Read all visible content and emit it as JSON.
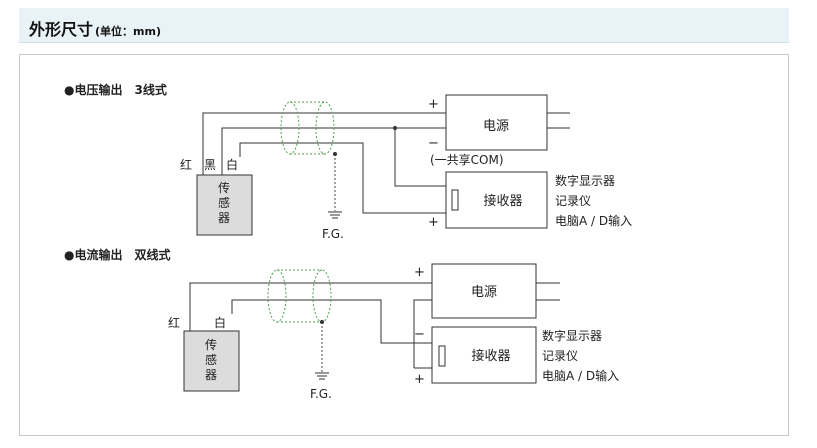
{
  "header": {
    "title": "外形尺寸",
    "unit": "(单位：mm)"
  },
  "diagram1": {
    "section_title": "●电压输出　3线式",
    "wire_red": "红",
    "wire_black": "黑",
    "wire_white": "白",
    "sensor": [
      "传",
      "感",
      "器"
    ],
    "fg": "F.G.",
    "power_label": "电源",
    "common_note": "(一共享COM)",
    "receiver_label": "接收器",
    "plus_top": "+",
    "minus": "−",
    "plus_bottom": "+",
    "devices": [
      "数字显示器",
      "记录仪",
      "电脑A / D输入"
    ]
  },
  "diagram2": {
    "section_title": "●电流输出　双线式",
    "wire_red": "红",
    "wire_white": "白",
    "sensor": [
      "传",
      "感",
      "器"
    ],
    "fg": "F.G.",
    "power_label": "电源",
    "receiver_label": "接收器",
    "plus_top": "+",
    "minus": "−",
    "plus_bottom": "+",
    "devices": [
      "数字显示器",
      "记录仪",
      "电脑A / D输入"
    ]
  }
}
